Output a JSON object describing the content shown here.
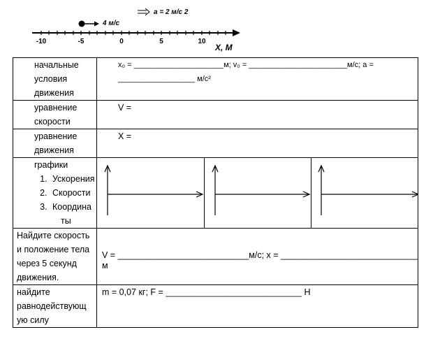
{
  "number_line": {
    "ticks": [
      "-10",
      "-5",
      "0",
      "5",
      "10"
    ],
    "velocity_label": "4 м/с",
    "accel_label": "a = 2 м/с 2",
    "axis_label": "X, М"
  },
  "rows": [
    {
      "label_lines": [
        "начальные",
        "условия",
        "движения"
      ],
      "line1": "x₀ = _____________________м; v₀ = _______________________м/с; a =",
      "line2": "__________________ м/с²"
    },
    {
      "label_lines": [
        "уравнение",
        "скорости"
      ],
      "content": "V ="
    },
    {
      "label_lines": [
        "уравнение",
        "движения"
      ],
      "content": "X ="
    },
    {
      "label_title": "графики",
      "list": [
        "Ускорения",
        "Скорости",
        "Координа",
        "ты"
      ]
    },
    {
      "label_lines": [
        "Найдите скорость",
        "и положение тела",
        "через 5 секунд",
        "движения."
      ],
      "line1": "V = ___________________________м/с;   x = ____________________________________",
      "line2": "м"
    },
    {
      "label_lines": [
        "найдите",
        "равнодействующ",
        "ую силу"
      ],
      "content": "m = 0,07 кг;     F =  ____________________________ Н"
    }
  ]
}
